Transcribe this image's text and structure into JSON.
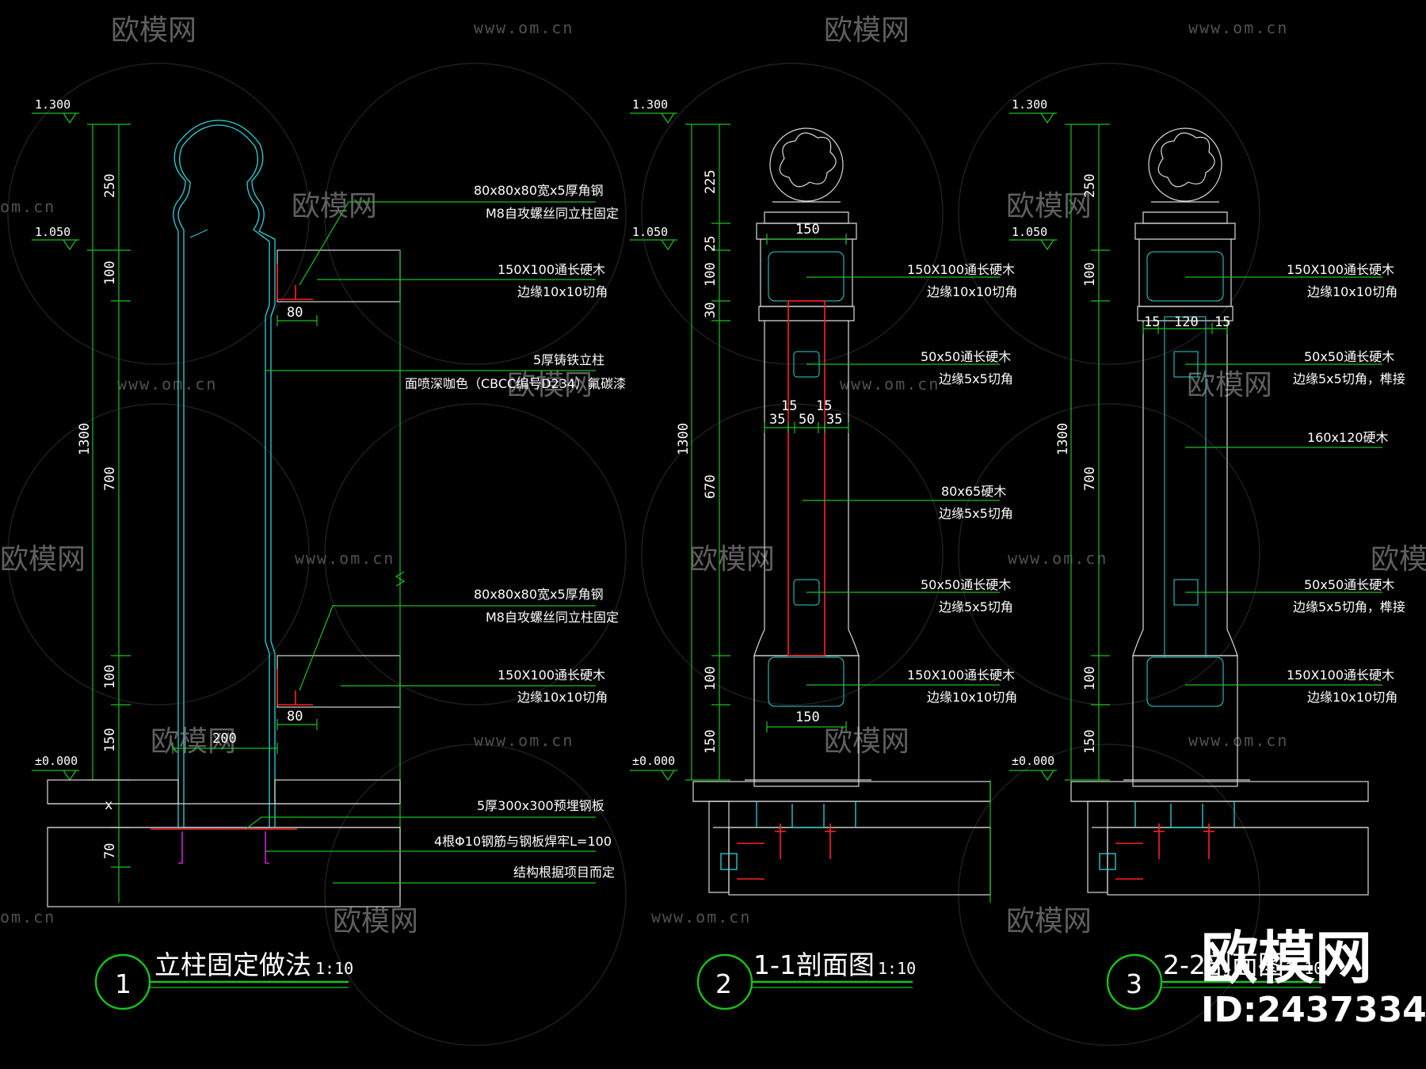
{
  "watermark": {
    "brand_cn": "欧模网",
    "url": "www.om.cn",
    "url_partial": "om.cn"
  },
  "brand": {
    "logo_text": "欧模网",
    "id_text": "ID:2437334"
  },
  "views": [
    {
      "number": "1",
      "title": "立柱固定做法",
      "scale": "1:10",
      "elevations": {
        "top": "1.300",
        "mid": "1.050",
        "zero": "±0.000"
      },
      "dims_outer": {
        "total": "1300"
      },
      "dims_inner": {
        "a": "250",
        "b": "100",
        "c": "700",
        "d": "100",
        "e": "150",
        "f": "x",
        "g": "70"
      },
      "dims_misc": {
        "w80a": "80",
        "w80b": "80",
        "w200": "200"
      },
      "labels": {
        "angle1_a": "80x80x80宽x5厚角钢",
        "angle1_b": "M8自攻螺丝同立柱固定",
        "rail1_a": "150X100通长硬木",
        "rail1_b": "边缘10x10切角",
        "post_a": "5厚铸铁立柱",
        "post_b": "面喷深咖色（CBCC编号D234）氟碳漆",
        "angle2_a": "80x80x80宽x5厚角钢",
        "angle2_b": "M8自攻螺丝同立柱固定",
        "rail2_a": "150X100通长硬木",
        "rail2_b": "边缘10x10切角",
        "plate": "5厚300x300预埋钢板",
        "rebar": "4根Φ10钢筋与钢板焊牢L=100",
        "struct": "结构根据项目而定"
      }
    },
    {
      "number": "2",
      "title": "1-1剖面图",
      "scale": "1:10",
      "elevations": {
        "top": "1.300",
        "mid": "1.050",
        "zero": "±0.000"
      },
      "dims_outer": {
        "total": "1300"
      },
      "dims_inner": {
        "a": "225",
        "b": "25",
        "c": "100",
        "d": "30",
        "e": "670",
        "f": "100",
        "g": "150"
      },
      "dims_misc": {
        "w150a": "150",
        "w150b": "150",
        "s15a": "15",
        "s15b": "15",
        "s35a": "35",
        "s50": "50",
        "s35b": "35"
      },
      "labels": {
        "rail1_a": "150X100通长硬木",
        "rail1_b": "边缘10x10切角",
        "wood1_a": "50x50通长硬木",
        "wood1_b": "边缘5x5切角",
        "core_a": "80x65硬木",
        "core_b": "边缘5x5切角",
        "wood2_a": "50x50通长硬木",
        "wood2_b": "边缘5x5切角",
        "rail2_a": "150X100通长硬木",
        "rail2_b": "边缘10x10切角"
      }
    },
    {
      "number": "3",
      "title": "2-2剖面图",
      "scale": "1:10",
      "elevations": {
        "top": "1.300",
        "mid": "1.050",
        "zero": "±0.000"
      },
      "dims_outer": {
        "total": "1300"
      },
      "dims_inner": {
        "a": "250",
        "b": "100",
        "c": "700",
        "d": "100",
        "e": "150"
      },
      "dims_misc": {
        "s15a": "15",
        "s120": "120",
        "s15b": "15"
      },
      "labels": {
        "rail1_a": "150X100通长硬木",
        "rail1_b": "边缘10x10切角",
        "wood1_a": "50x50通长硬木",
        "wood1_b": "边缘5x5切角，榫接",
        "body": "160x120硬木",
        "wood2_a": "50x50通长硬木",
        "wood2_b": "边缘5x5切角，榫接",
        "rail2_a": "150X100通长硬木",
        "rail2_b": "边缘10x10切角"
      }
    }
  ],
  "colors": {
    "background": "#000000",
    "leader_green": "#18c21b",
    "outline_cyan": "#2bd3d6",
    "steel_red": "#ff2020",
    "rebar_magenta": "#d020d0",
    "text_white": "#ffffff"
  }
}
